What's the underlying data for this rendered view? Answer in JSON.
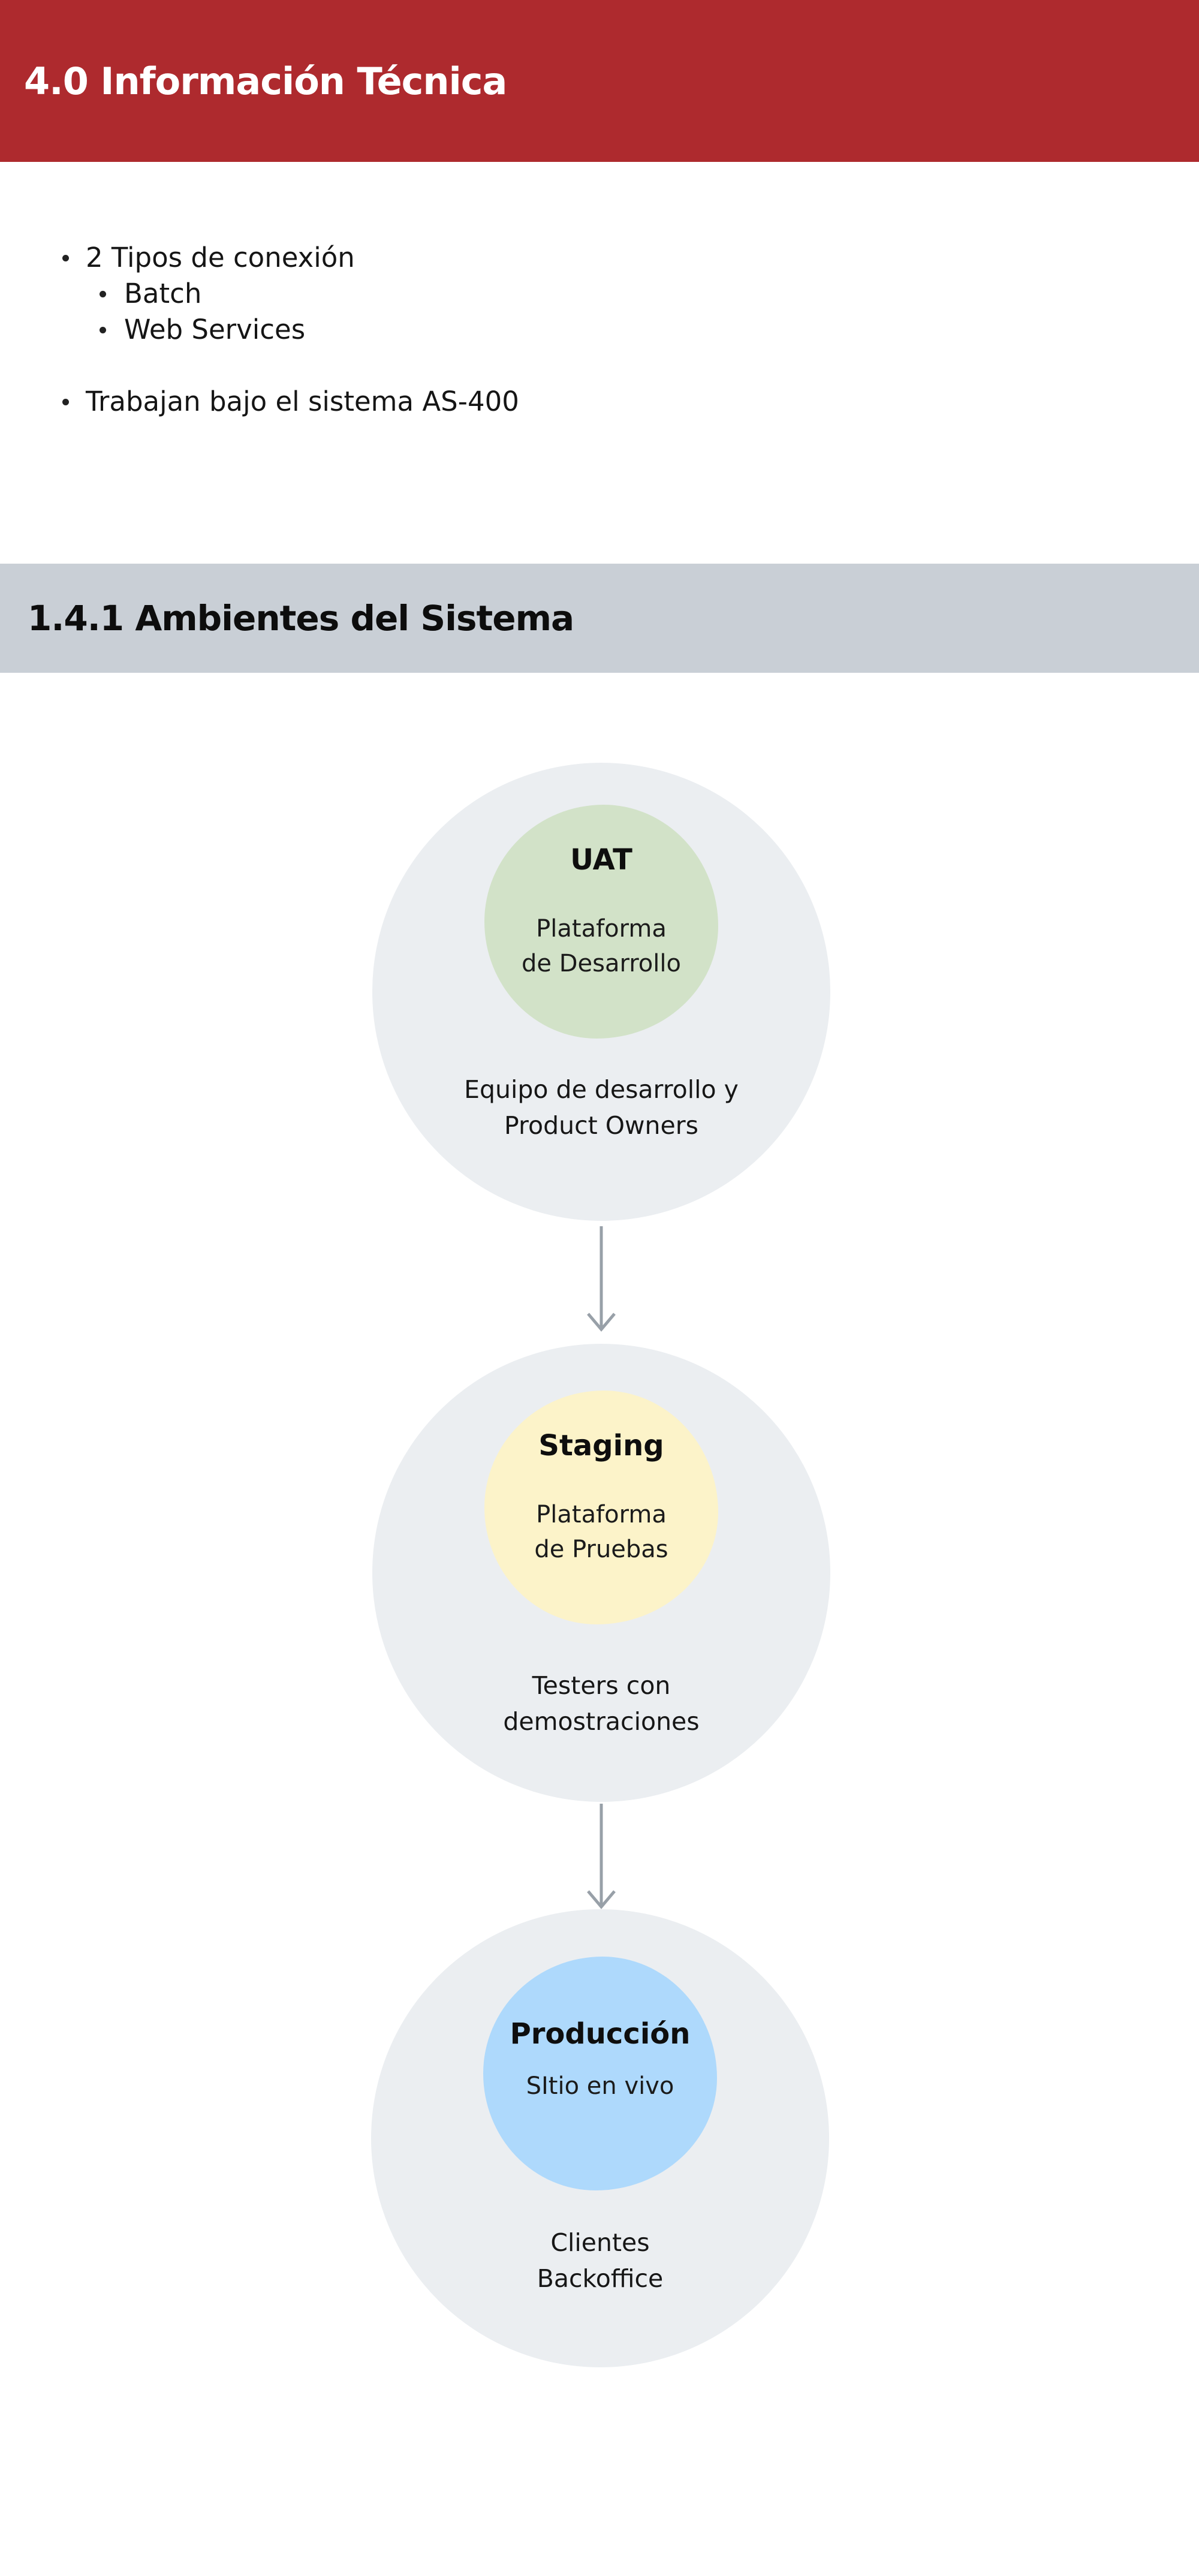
{
  "header": {
    "title": "4.0 Información Técnica"
  },
  "subsection": {
    "title": "1.4.1 Ambientes del Sistema"
  },
  "bullets": {
    "item1": "2 Tipos de conexión",
    "sub1": "Batch",
    "sub2": "Web Services",
    "item2": "Trabajan bajo el sistema AS-400"
  },
  "diagram": {
    "stages": [
      {
        "name": "UAT",
        "platform_line1": "Plataforma",
        "platform_line2": "de Desarrollo",
        "audience_line1": "Equipo de desarrollo y",
        "audience_line2": "Product Owners"
      },
      {
        "name": "Staging",
        "platform_line1": "Plataforma",
        "platform_line2": "de Pruebas",
        "audience_line1": "Testers con",
        "audience_line2": "demostraciones"
      },
      {
        "name": "Producción",
        "platform_line1": "SItio en vivo",
        "platform_line2": "",
        "audience_line1": "Clientes",
        "audience_line2": "Backoffice"
      }
    ]
  },
  "colors": {
    "header-bg": "#ae2a2e",
    "header-text": "#ffffff",
    "subsection-bg": "#c9cfd6",
    "outer-circle": "#ebeef1",
    "inner-uat": "#d2e2c8",
    "inner-staging": "#fcf3c9",
    "inner-produccion": "#aed9fc",
    "arrow": "#98a0a8",
    "text": "#151515"
  }
}
